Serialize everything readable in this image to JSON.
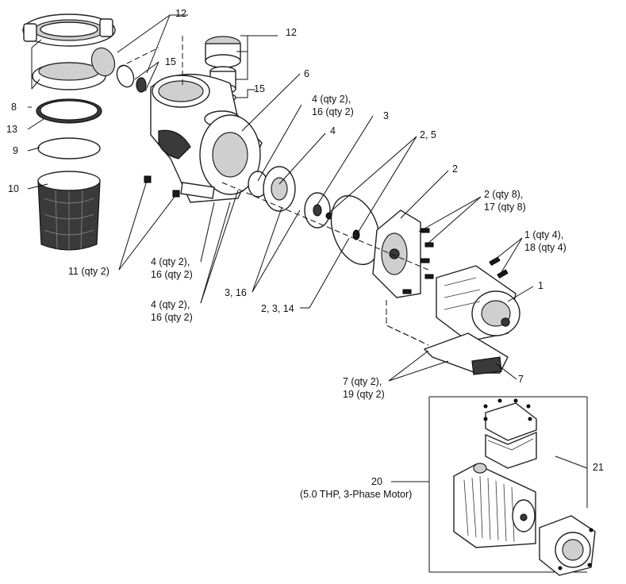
{
  "callouts": {
    "c12_top": "12",
    "c12_union": "12",
    "c15_top": "15",
    "c15_union": "15",
    "c6": "6",
    "c8": "8",
    "c13": "13",
    "c9": "9",
    "c10": "10",
    "c4_qty2_16_qty2_top_a": "4 (qty 2),",
    "c4_qty2_16_qty2_top_b": "16 (qty 2)",
    "c3_top": "3",
    "c4_mid": "4",
    "c2_5": "2, 5",
    "c2_top": "2",
    "c2_qty8_a": "2 (qty 8),",
    "c2_qty8_b": "17 (qty 8)",
    "c1_qty4_a": "1 (qty 4),",
    "c1_qty4_b": "18 (qty 4)",
    "c1": "1",
    "c11_qty2": "11 (qty 2)",
    "c4_qty2_16_a": "4 (qty 2),",
    "c4_qty2_16_b": "16 (qty 2)",
    "c4_qty2_16_c": "4 (qty 2),",
    "c4_qty2_16_d": "16 (qty 2)",
    "c3_16": "3, 16",
    "c2_3_14": "2, 3, 14",
    "c7_qty2_a": "7 (qty 2),",
    "c7_qty2_b": "19 (qty 2)",
    "c7": "7",
    "c20": "20",
    "c20_desc": "(5.0 THP, 3-Phase Motor)",
    "c21": "21"
  }
}
